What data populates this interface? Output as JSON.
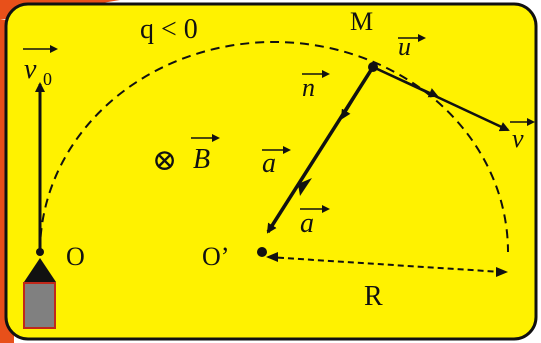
{
  "colors": {
    "background": "#FFF200",
    "frame": "#E8501A",
    "ink": "#111111",
    "emitter": "#808080",
    "emitter_border": "#C0281A"
  },
  "labels": {
    "charge_sign": "q < 0",
    "initial_velocity": "v",
    "initial_velocity_sub": "0",
    "magnetic_field_symbol": "⊗",
    "magnetic_field": "B",
    "point_m": "M",
    "point_o": "O",
    "center": "O’",
    "radius": "R",
    "tangent_unit": "u",
    "normal_unit": "n",
    "acceleration": "a",
    "acceleration_2": "a",
    "velocity": "v"
  }
}
